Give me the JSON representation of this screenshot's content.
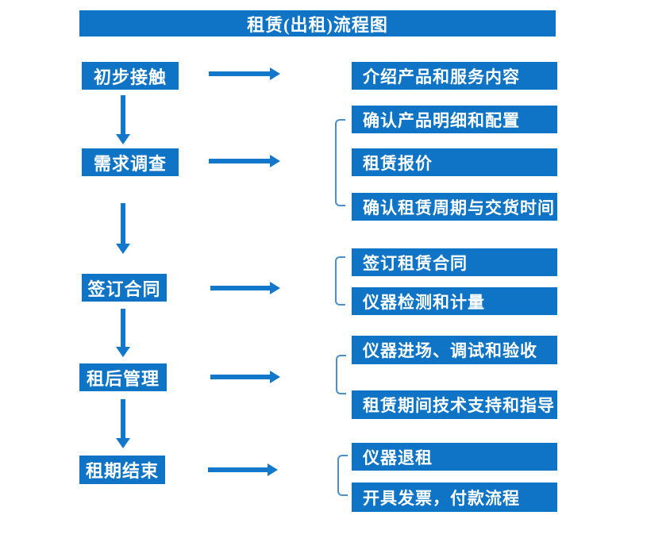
{
  "title": "租赁(出租)流程图",
  "colors": {
    "box-blue": "#0f74c6",
    "arrow-blue": "#1378cc",
    "bracket-blue": "#4a8fc9",
    "text-white": "#ffffff"
  },
  "flow": {
    "steps": [
      {
        "label": "初步接触",
        "details": [
          "介绍产品和服务内容"
        ]
      },
      {
        "label": "需求调查",
        "details": [
          "确认产品明细和配置",
          "租赁报价",
          "确认租赁周期与交货时间"
        ]
      },
      {
        "label": "签订合同",
        "details": [
          "签订租赁合同",
          "仪器检测和计量"
        ]
      },
      {
        "label": "租后管理",
        "details": [
          "仪器进场、调试和验收",
          "租赁期间技术支持和指导"
        ]
      },
      {
        "label": "租期结束",
        "details": [
          "仪器退租",
          "开具发票，付款流程"
        ]
      }
    ]
  }
}
